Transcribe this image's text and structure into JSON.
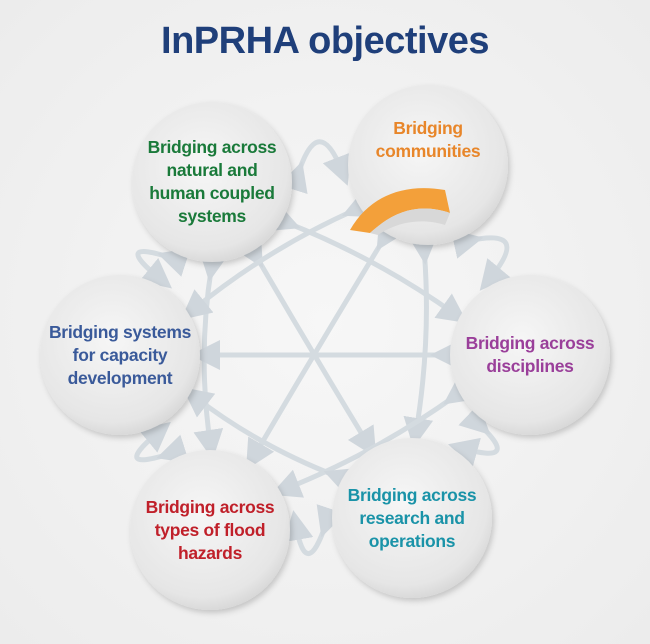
{
  "title": "InPRHA objectives",
  "objectives": [
    {
      "label": "Bridging across natural and human coupled systems",
      "color": "#1a7a3a"
    },
    {
      "label": "Bridging communities",
      "color": "#e8862a"
    },
    {
      "label": "Bridging across disciplines",
      "color": "#9a3f9a"
    },
    {
      "label": "Bridging across research and operations",
      "color": "#1a93a8"
    },
    {
      "label": "Bridging across types of flood hazards",
      "color": "#c0202a"
    },
    {
      "label": "Bridging systems for capacity development",
      "color": "#3a5a9a"
    }
  ],
  "icons": {
    "bridge": "bridge-icon"
  }
}
